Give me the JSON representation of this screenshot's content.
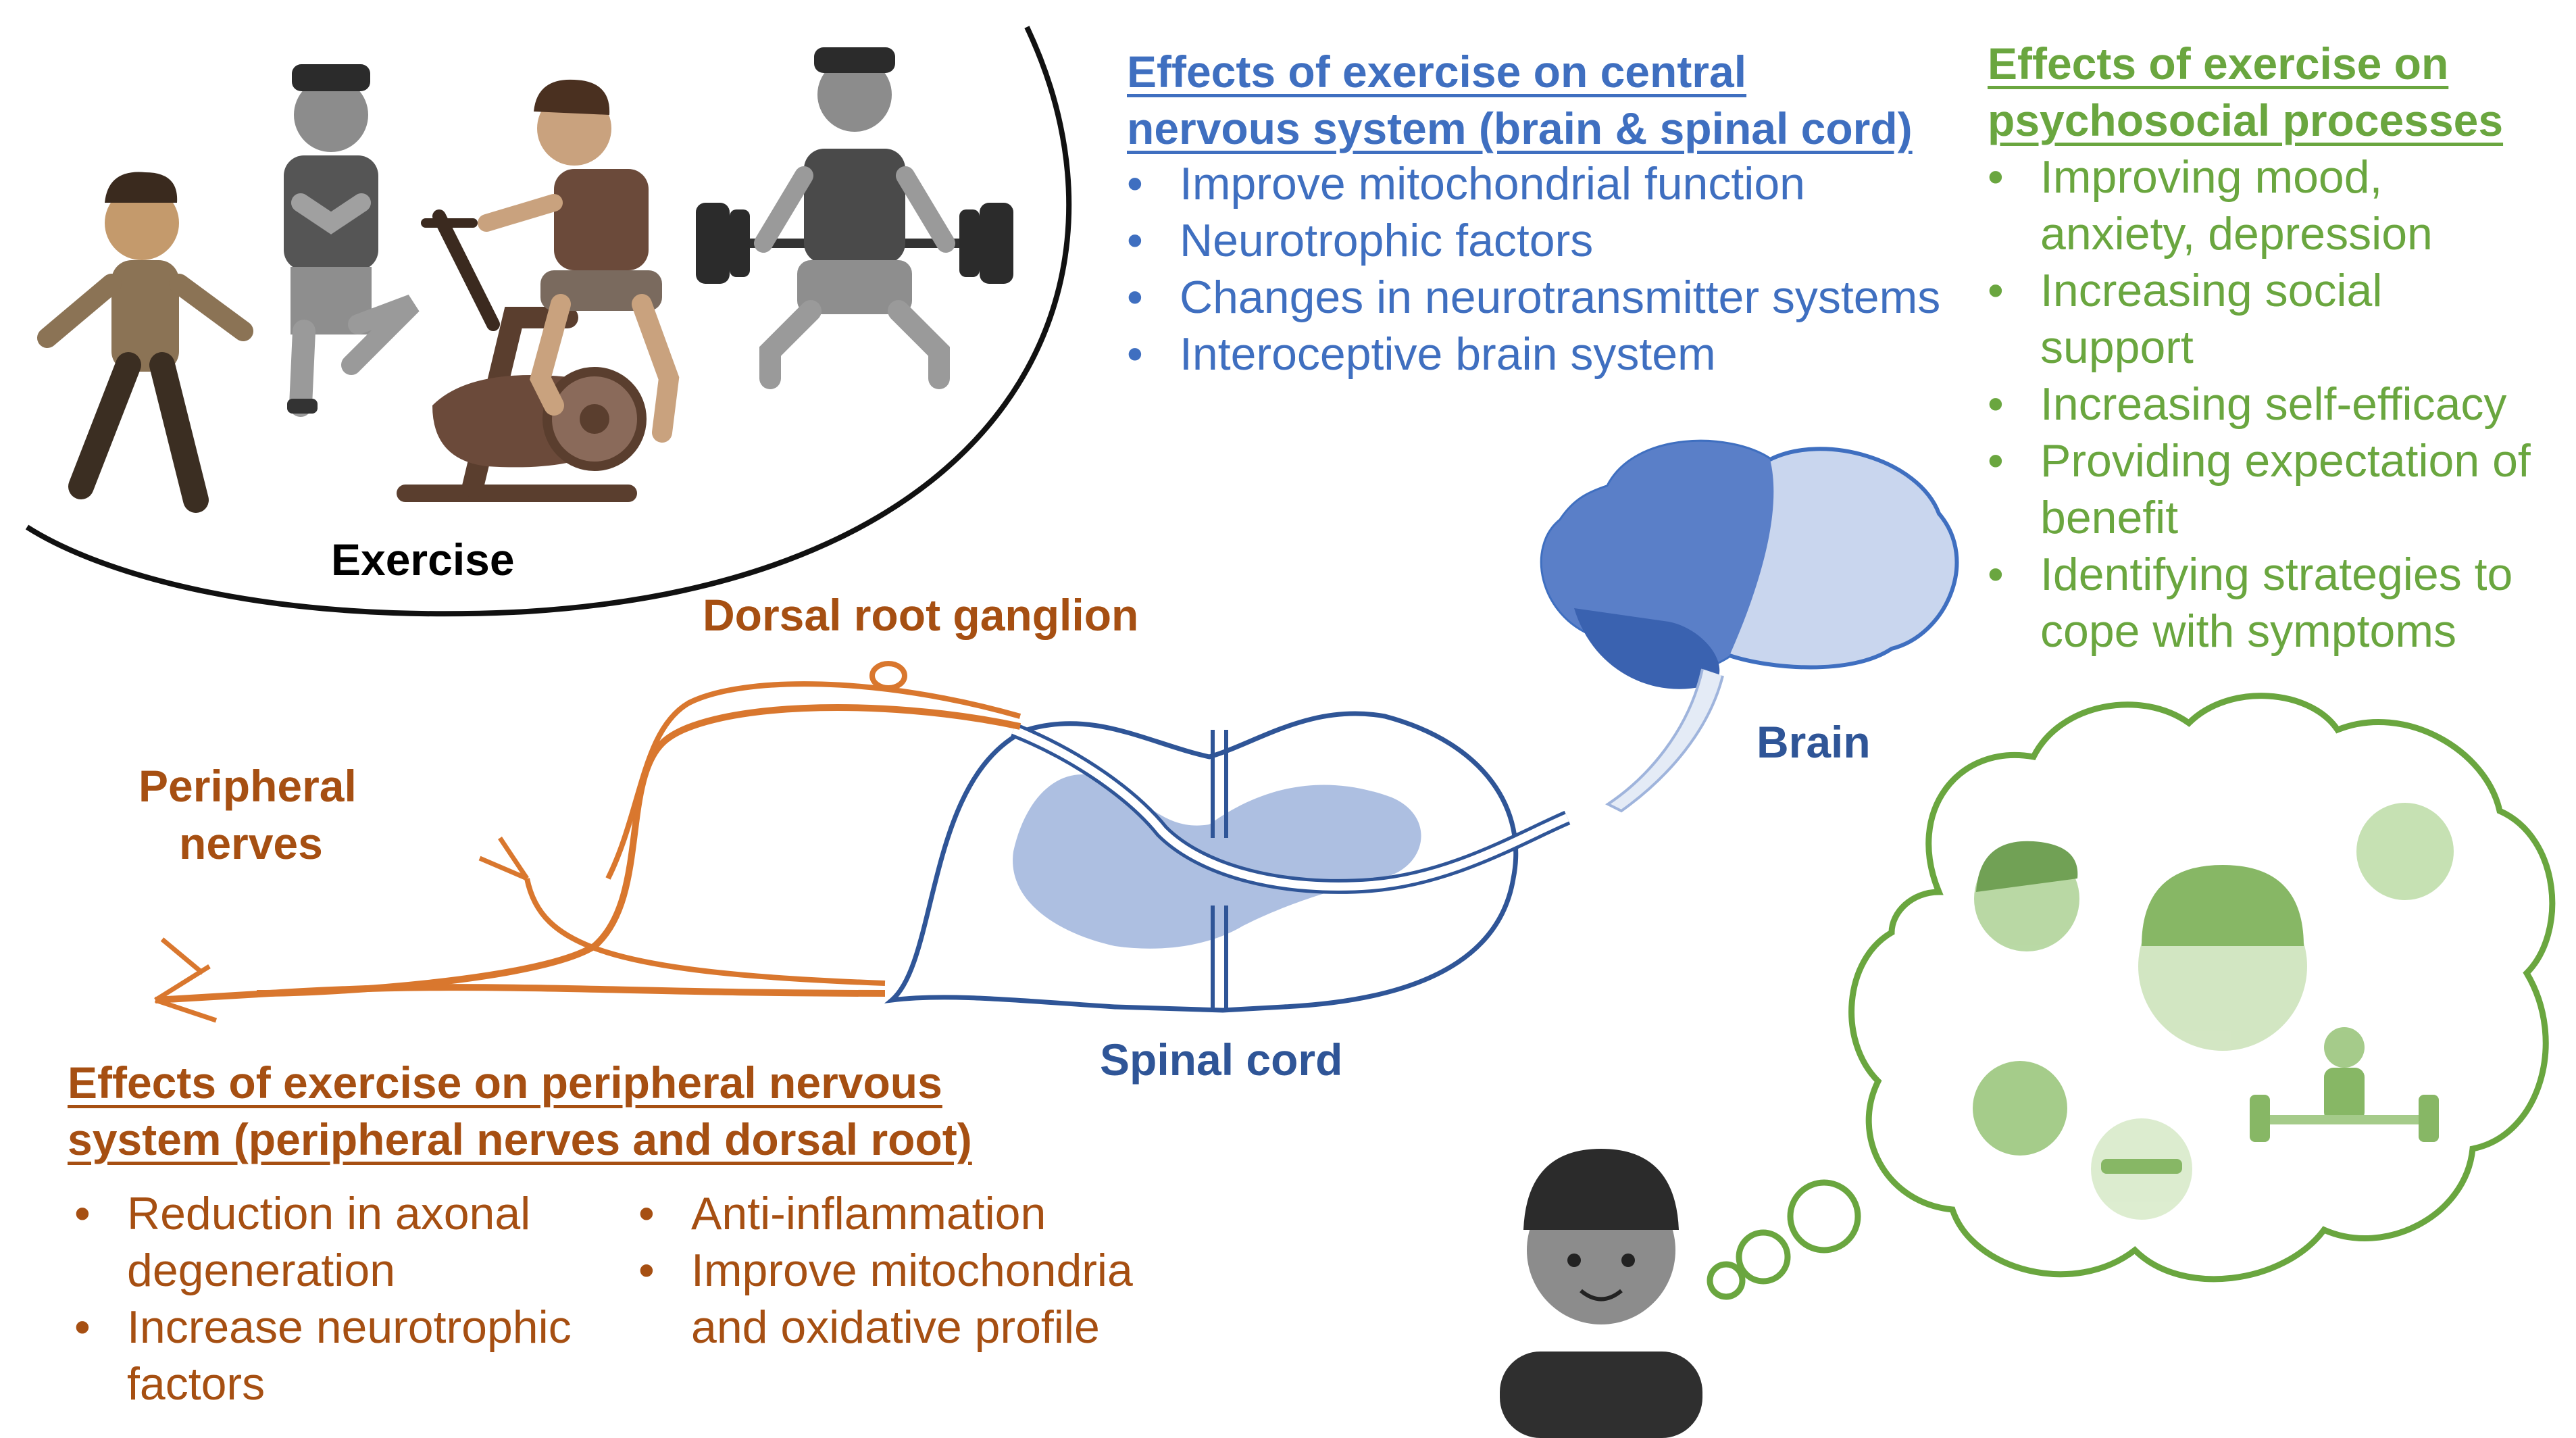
{
  "exercise": {
    "label": "Exercise"
  },
  "cns": {
    "heading_line1": "Effects of exercise on central",
    "heading_line2": "nervous system (brain & spinal cord)",
    "items": [
      "Improve mitochondrial function",
      "Neurotrophic factors",
      "Changes in neurotransmitter systems",
      "Interoceptive brain system"
    ]
  },
  "psychosocial": {
    "heading_line1": "Effects of exercise on",
    "heading_line2": "psychosocial processes",
    "items": [
      [
        "Improving mood,",
        "anxiety, depression"
      ],
      [
        "Increasing social",
        "support"
      ],
      [
        "Increasing self-efficacy"
      ],
      [
        "Providing expectation of",
        "benefit"
      ],
      [
        "Identifying strategies to",
        "cope with symptoms"
      ]
    ]
  },
  "pns": {
    "heading_line1": "Effects of exercise on peripheral nervous",
    "heading_line2": "system (peripheral nerves and dorsal root)",
    "left_items": [
      [
        "Reduction in axonal",
        "degeneration"
      ],
      [
        "Increase neurotrophic",
        "factors"
      ]
    ],
    "right_items": [
      [
        "Anti-inflammation"
      ],
      [
        "Improve mitochondria",
        "and oxidative profile"
      ]
    ]
  },
  "labels": {
    "dorsal_root_ganglion": "Dorsal root ganglion",
    "peripheral_nerves_line1": "Peripheral",
    "peripheral_nerves_line2": "nerves",
    "spinal_cord": "Spinal cord",
    "brain": "Brain"
  },
  "colors": {
    "cns_blue": "#3f6fc0",
    "psychosocial_green": "#6aa63f",
    "pns_brown": "#a64f12",
    "label_blue": "#2f5597",
    "nerve_orange": "#d9772e"
  },
  "icons": [
    "walking-person-icon",
    "yoga-person-icon",
    "cycling-person-icon",
    "weightlifting-person-icon",
    "brain-icon",
    "spinal-cord-icon",
    "thinking-person-icon",
    "thought-cloud-icon"
  ]
}
